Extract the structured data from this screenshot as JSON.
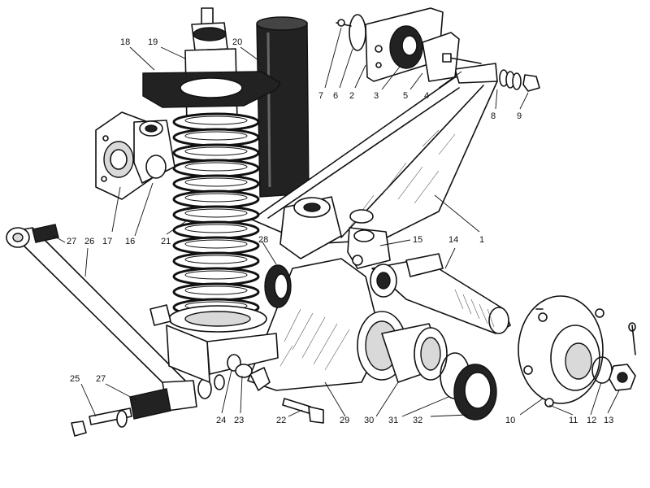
{
  "callouts": [
    {
      "id": "c1",
      "text": "1"
    },
    {
      "id": "c2",
      "text": "2"
    },
    {
      "id": "c3",
      "text": "3"
    },
    {
      "id": "c4",
      "text": "4"
    },
    {
      "id": "c5",
      "text": "5"
    },
    {
      "id": "c6",
      "text": "6"
    },
    {
      "id": "c7",
      "text": "7"
    },
    {
      "id": "c8",
      "text": "8"
    },
    {
      "id": "c9",
      "text": "9"
    },
    {
      "id": "c10",
      "text": "10"
    },
    {
      "id": "c11",
      "text": "11"
    },
    {
      "id": "c12",
      "text": "12"
    },
    {
      "id": "c13",
      "text": "13"
    },
    {
      "id": "c14",
      "text": "14"
    },
    {
      "id": "c15",
      "text": "15"
    },
    {
      "id": "c16",
      "text": "16"
    },
    {
      "id": "c17",
      "text": "17"
    },
    {
      "id": "c18",
      "text": "18"
    },
    {
      "id": "c19",
      "text": "19"
    },
    {
      "id": "c20",
      "text": "20"
    },
    {
      "id": "c21",
      "text": "21"
    },
    {
      "id": "c22",
      "text": "22"
    },
    {
      "id": "c23",
      "text": "23"
    },
    {
      "id": "c24",
      "text": "24"
    },
    {
      "id": "c25",
      "text": "25"
    },
    {
      "id": "c26",
      "text": "26"
    },
    {
      "id": "c27a",
      "text": "27"
    },
    {
      "id": "c27b",
      "text": "27"
    },
    {
      "id": "c28",
      "text": "28"
    },
    {
      "id": "c29",
      "text": "29"
    },
    {
      "id": "c30",
      "text": "30"
    },
    {
      "id": "c31",
      "text": "31"
    },
    {
      "id": "c32",
      "text": "32"
    }
  ],
  "colors": {
    "ink": "#111111",
    "paper": "#ffffff",
    "shade": "#d9d9d9"
  }
}
